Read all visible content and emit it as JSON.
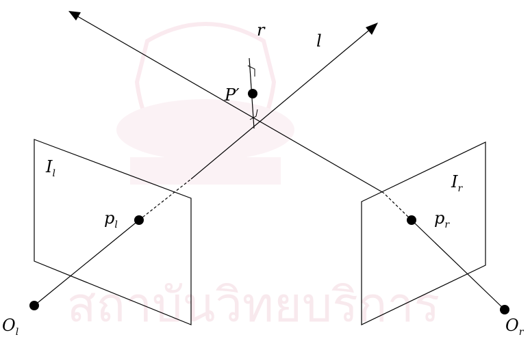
{
  "colors": {
    "stroke": "#000000",
    "point": "#000000",
    "watermark": "#f3d8e0"
  },
  "labels": {
    "ray_r": "r",
    "ray_l": "l",
    "p_prime": "P′",
    "image_left_main": "I",
    "image_left_sub": "l",
    "image_right_main": "I",
    "image_right_sub": "r",
    "p_left_main": "p",
    "p_left_sub": "l",
    "p_right_main": "p",
    "p_right_sub": "r",
    "origin_left_main": "O",
    "origin_left_sub": "l",
    "origin_right_main": "O",
    "origin_right_sub": "r"
  },
  "watermark": {
    "thai_text": "สถาบันวิทยบริการ"
  }
}
